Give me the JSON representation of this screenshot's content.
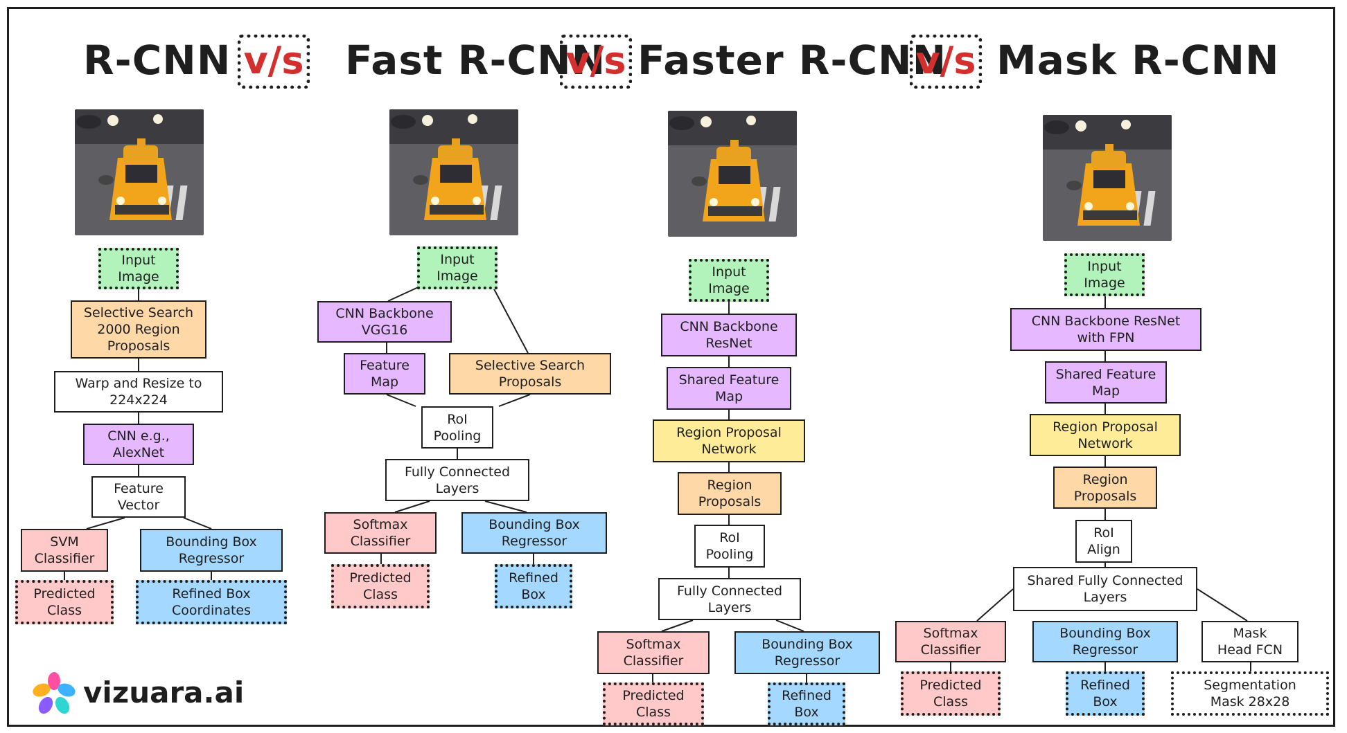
{
  "titles": {
    "rcnn": "R-CNN",
    "fast": "Fast R-CNN",
    "faster": "Faster R-CNN",
    "mask": "Mask R-CNN",
    "vs": "v/s"
  },
  "brand": {
    "name": "vizuara.ai"
  },
  "rcnn": {
    "input": "Input Image",
    "selective_search": "Selective Search 2000 Region Proposals",
    "warp": "Warp and Resize to 224x224",
    "cnn": "CNN e.g., AlexNet",
    "feature_vector": "Feature Vector",
    "svm": "SVM Classifier",
    "bbox_regressor": "Bounding Box Regressor",
    "predicted_class": "Predicted Class",
    "refined_box": "Refined Box Coordinates"
  },
  "fast": {
    "input": "Input Image",
    "backbone": "CNN Backbone VGG16",
    "feature_map": "Feature Map",
    "selective_search": "Selective Search Proposals",
    "roi_pooling": "RoI Pooling",
    "fc": "Fully Connected Layers",
    "softmax": "Softmax Classifier",
    "bbox_regressor": "Bounding Box Regressor",
    "predicted_class": "Predicted Class",
    "refined_box": "Refined Box"
  },
  "faster": {
    "input": "Input Image",
    "backbone": "CNN Backbone ResNet",
    "shared_map": "Shared Feature Map",
    "rpn": "Region Proposal Network",
    "proposals": "Region Proposals",
    "roi_pooling": "RoI Pooling",
    "fc": "Fully Connected Layers",
    "softmax": "Softmax Classifier",
    "bbox_regressor": "Bounding Box Regressor",
    "predicted_class": "Predicted Class",
    "refined_box": "Refined Box"
  },
  "mask": {
    "input": "Input Image",
    "backbone": "CNN Backbone ResNet with FPN",
    "shared_map": "Shared Feature Map",
    "rpn": "Region Proposal Network",
    "proposals": "Region Proposals",
    "roi_align": "RoI Align",
    "fc": "Shared Fully Connected Layers",
    "softmax": "Softmax Classifier",
    "bbox_regressor": "Bounding Box Regressor",
    "mask_head": "Mask Head FCN",
    "predicted_class": "Predicted Class",
    "refined_box": "Refined Box",
    "seg_mask": "Segmentation Mask 28x28"
  }
}
